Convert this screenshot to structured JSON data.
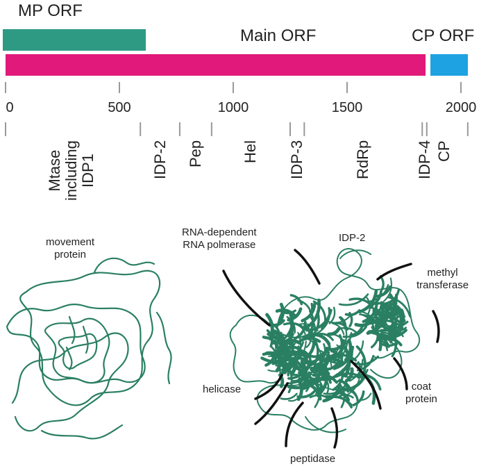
{
  "orfs": {
    "mp": {
      "label": "MP ORF",
      "color": "#2e9a84",
      "start": 0,
      "end": 628
    },
    "main": {
      "label": "Main ORF",
      "color": "#e0197a",
      "start": 0,
      "end": 1846
    },
    "cp": {
      "label": "CP ORF",
      "color": "#1ea2e1",
      "start": 1866,
      "end": 2030
    }
  },
  "axis": {
    "ticks": [
      0,
      500,
      1000,
      1500,
      2000
    ]
  },
  "domains": [
    {
      "id": "mtase",
      "lines": [
        "Mtase",
        "including",
        "IDP1"
      ]
    },
    {
      "id": "idp2",
      "lines": [
        "IDP-2"
      ]
    },
    {
      "id": "pep",
      "lines": [
        "Pep"
      ]
    },
    {
      "id": "hel",
      "lines": [
        "Hel"
      ]
    },
    {
      "id": "idp3",
      "lines": [
        "IDP-3"
      ]
    },
    {
      "id": "rdrp",
      "lines": [
        "RdRp"
      ]
    },
    {
      "id": "idp4",
      "lines": [
        "IDP-4"
      ]
    },
    {
      "id": "cp",
      "lines": [
        "CP"
      ]
    }
  ],
  "domain_boundaries": [
    0,
    592,
    765,
    905,
    1250,
    1312,
    1830,
    1850,
    2030
  ],
  "structures": {
    "movement_protein": {
      "line1": "movement",
      "line2": "protein"
    },
    "polyprotein": {
      "rdrp": {
        "line1": "RNA-dependent",
        "line2": "RNA polmerase"
      },
      "idp2": "IDP-2",
      "mtase": {
        "line1": "methyl",
        "line2": "transferase"
      },
      "helicase": "helicase",
      "coat": {
        "line1": "coat",
        "line2": "protein"
      },
      "peptidase": "peptidase"
    },
    "protein_color": "#2a7f62"
  }
}
